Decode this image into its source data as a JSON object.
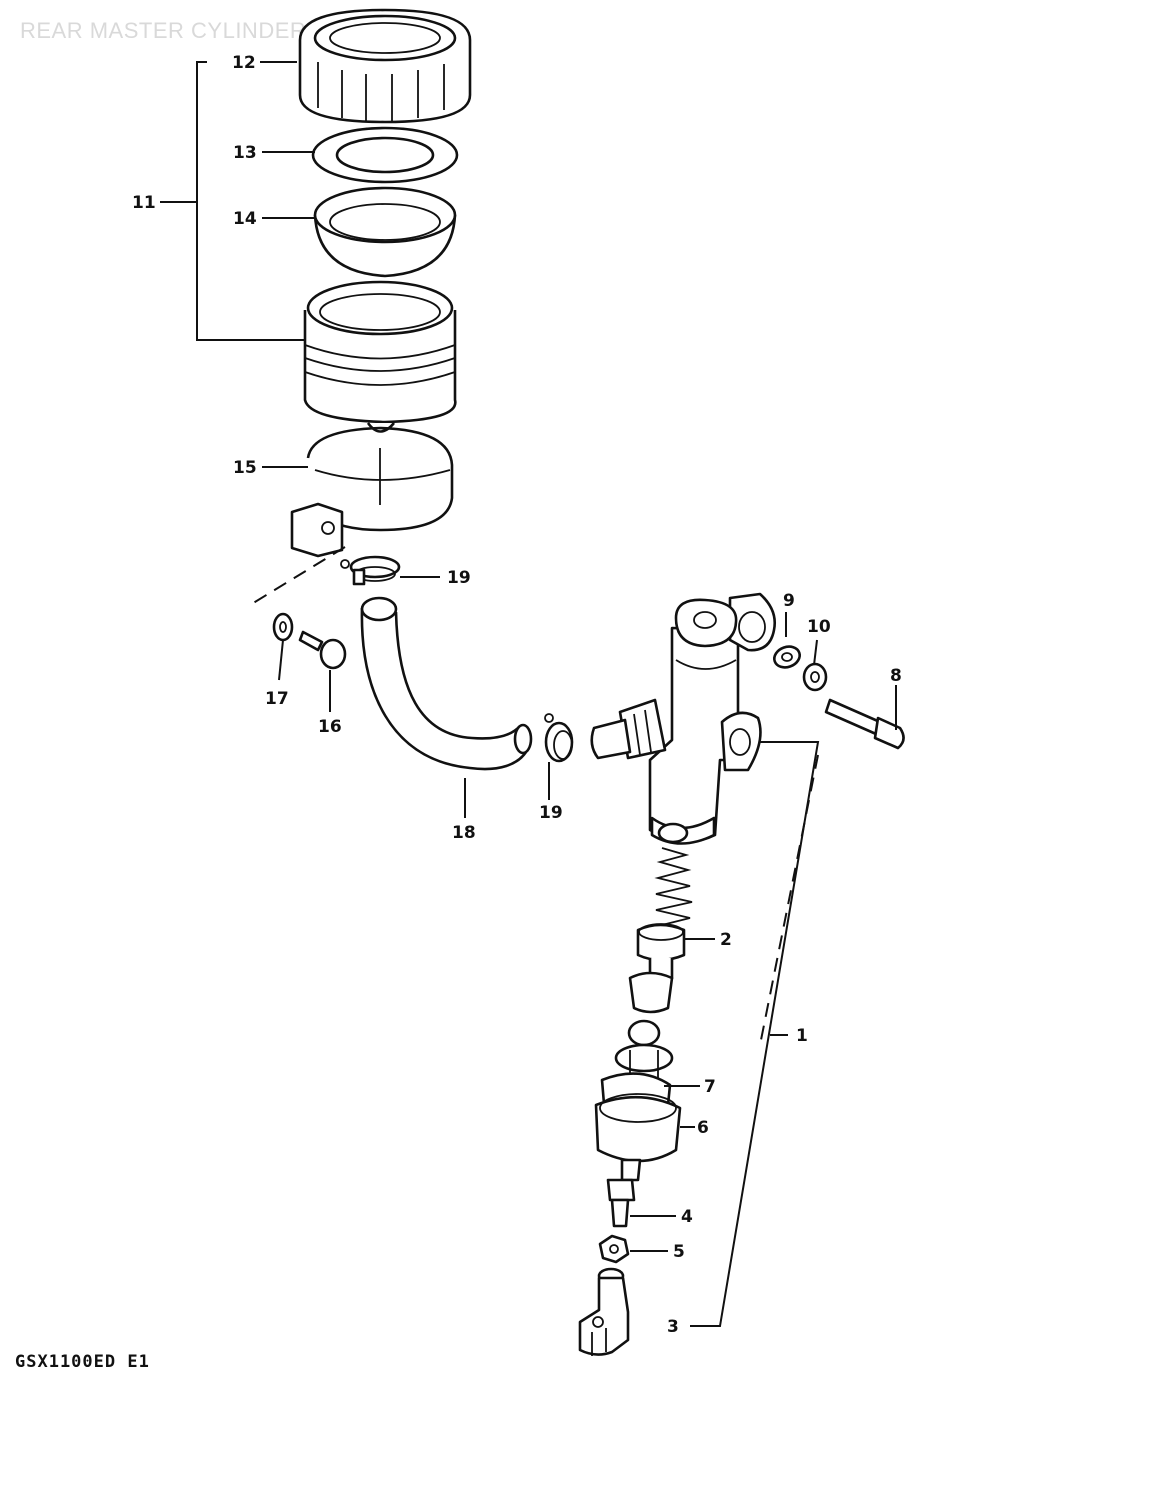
{
  "title": "REAR MASTER CYLINDER",
  "model": "GSX1100ED E1",
  "callouts": {
    "c1": "1",
    "c2": "2",
    "c3": "3",
    "c4": "4",
    "c5": "5",
    "c6": "6",
    "c7": "7",
    "c8": "8",
    "c9": "9",
    "c10": "10",
    "c11": "11",
    "c12": "12",
    "c13": "13",
    "c14": "14",
    "c15": "15",
    "c16": "16",
    "c17": "17",
    "c18": "18",
    "c19a": "19",
    "c19b": "19"
  }
}
